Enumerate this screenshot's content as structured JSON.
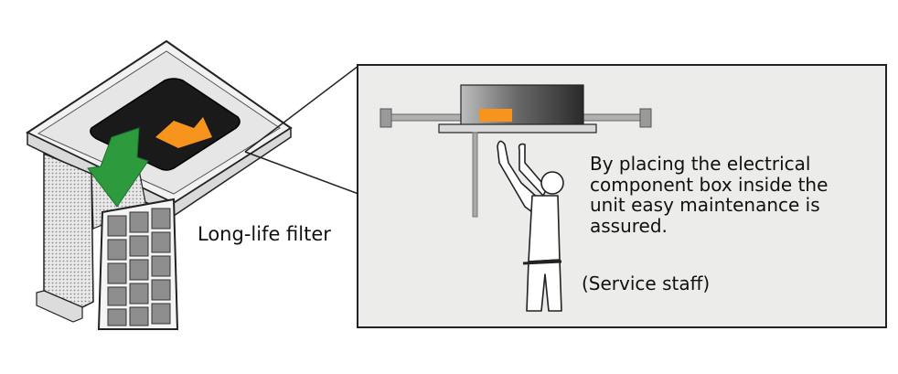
{
  "diagram": {
    "filter_label": "Long-life filter",
    "description_lines": [
      "By placing the electrical",
      "component box inside the",
      "unit easy maintenance is",
      "assured."
    ],
    "staff_label": "(Service staff)"
  },
  "colors": {
    "accent_orange": "#f7941d",
    "arrow_green": "#2e9a3e",
    "panel_bg": "#ececea",
    "unit_dark": "#1a1a1a"
  }
}
